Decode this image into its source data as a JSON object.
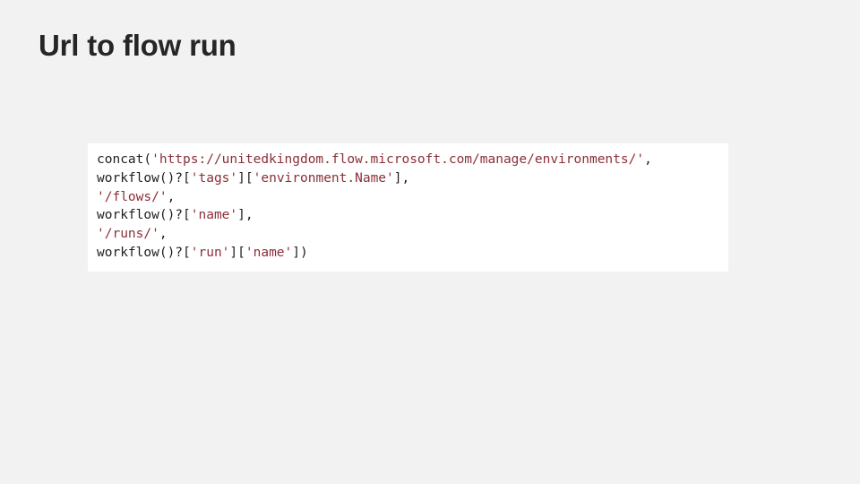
{
  "slide": {
    "title": "Url to flow run",
    "background_color": "#f2f2f2",
    "code_block": {
      "background_color": "#ffffff",
      "string_color": "#8b2f38",
      "text_color": "#1f1f1f",
      "lines": [
        [
          {
            "t": "concat(",
            "k": "fn"
          },
          {
            "t": "'https://unitedkingdom.flow.microsoft.com/manage/environments/'",
            "k": "str"
          },
          {
            "t": ",",
            "k": "punct"
          }
        ],
        [
          {
            "t": "workflow()?[",
            "k": "fn"
          },
          {
            "t": "'tags'",
            "k": "str"
          },
          {
            "t": "][",
            "k": "punct"
          },
          {
            "t": "'environment.Name'",
            "k": "str"
          },
          {
            "t": "],",
            "k": "punct"
          }
        ],
        [
          {
            "t": "'/flows/'",
            "k": "str"
          },
          {
            "t": ",",
            "k": "punct"
          }
        ],
        [
          {
            "t": "workflow()?[",
            "k": "fn"
          },
          {
            "t": "'name'",
            "k": "str"
          },
          {
            "t": "],",
            "k": "punct"
          }
        ],
        [
          {
            "t": "'/runs/'",
            "k": "str"
          },
          {
            "t": ",",
            "k": "punct"
          }
        ],
        [
          {
            "t": "workflow()?[",
            "k": "fn"
          },
          {
            "t": "'run'",
            "k": "str"
          },
          {
            "t": "][",
            "k": "punct"
          },
          {
            "t": "'name'",
            "k": "str"
          },
          {
            "t": "])",
            "k": "punct"
          }
        ]
      ]
    }
  }
}
